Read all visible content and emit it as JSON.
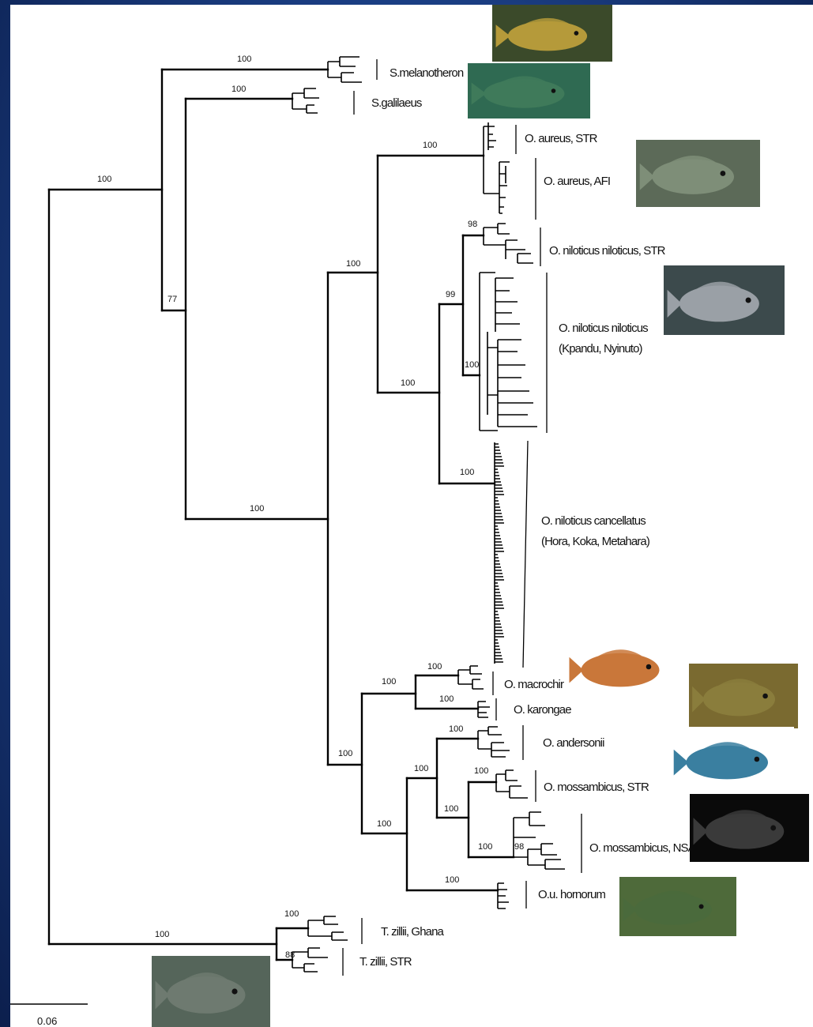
{
  "scale_bar_label": "0.06",
  "taxa": {
    "s_melanotheron": "S.melanotheron",
    "s_galilaeus": "S.galilaeus",
    "o_aureus_str": "O. aureus, STR",
    "o_aureus_afi": "O. aureus, AFI",
    "o_niloticus_str": "O. niloticus niloticus, STR",
    "o_niloticus_kpandu_1": "O. niloticus niloticus",
    "o_niloticus_kpandu_2": "(Kpandu, Nyinuto)",
    "o_cancellatus_1": "O. niloticus cancellatus",
    "o_cancellatus_2": "(Hora, Koka, Metahara)",
    "o_macrochir": "O. macrochir",
    "o_karongae": "O. karongae",
    "o_andersonii": "O. andersonii",
    "o_mossambicus_str": "O. mossambicus, STR",
    "o_mossambicus_nsa": "O. mossambicus, NSA",
    "o_u_hornorum": "O.u. hornorum",
    "t_zillii_ghana": "T. zillii, Ghana",
    "t_zillii_str": "T. zillii, STR"
  },
  "bootstrap": {
    "root_upper": "100",
    "sarotherodon_oreochromis": "77",
    "s_melanotheron": "100",
    "s_galilaeus": "100",
    "oreochromis": "100",
    "niloticus_aureus": "100",
    "aureus": "100",
    "niloticus_group": "100",
    "niloticus_str": "98",
    "niloticus_kpandu": "99",
    "niloticus_inner": "100",
    "cancellatus": "100",
    "southern_group": "100",
    "macrochir_karongae": "100",
    "macrochir": "100",
    "karongae": "100",
    "mossambicus_group": "100",
    "andersonii_mossambicus": "100",
    "andersonii": "100",
    "mossambicus_str_nsa": "100",
    "mossambicus_str": "100",
    "mossambicus_nsa": "100",
    "mossambicus_nsa_inner": "98",
    "hornorum": "100",
    "tilapia": "100",
    "t_zillii_ghana": "100",
    "t_zillii_str": "88"
  },
  "photo_colors": {
    "yellow_fish": "#b59a3a",
    "green_fish": "#3f7a5a",
    "grey_green_fish": "#7e8e78",
    "pale_fish": "#9aa0a6",
    "orange_fish": "#c9773a",
    "olive_fish": "#8a7d3c",
    "blue_fish": "#3a7fa0",
    "dark_fish": "#3a3a3a",
    "mottled_fish": "#4a6a3c",
    "zillii_fish": "#6e7a70"
  }
}
